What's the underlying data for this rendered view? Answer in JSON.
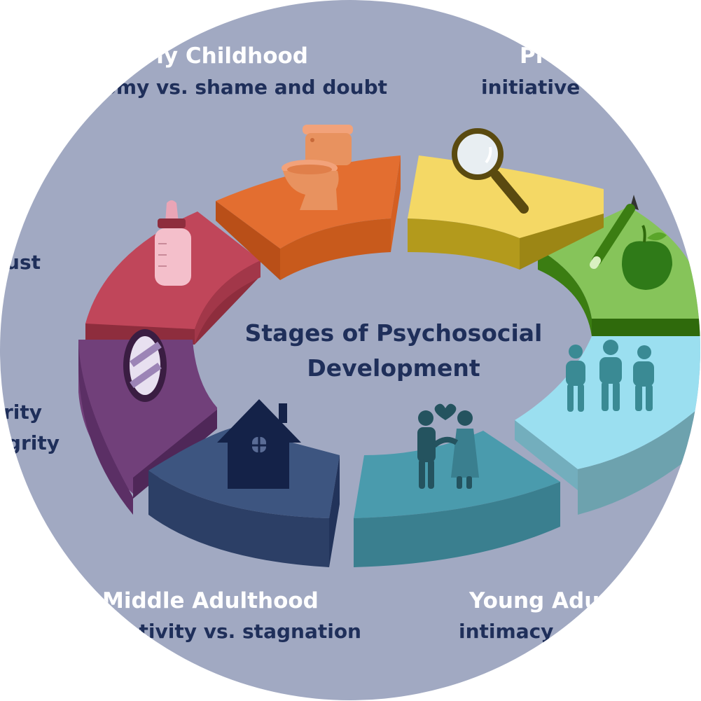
{
  "center_title": {
    "line1": "Stages of Psychosocial",
    "line2": "Development"
  },
  "labels": {
    "early_childhood": {
      "stage": "ly Childhood",
      "crisis": "omy vs. shame and doubt"
    },
    "preschool": {
      "stage": "Pr",
      "crisis": "initiative"
    },
    "infancy": {
      "crisis": "ust"
    },
    "late_adulthood": {
      "line1": "rity",
      "line2": "grity"
    },
    "middle_adulthood": {
      "stage": "Middle Adulthood",
      "crisis": "tivity vs. stagnation"
    },
    "young_adulthood": {
      "stage": "Young Adu",
      "crisis": "intimacy"
    }
  },
  "icons": {
    "early_childhood": "toilet-icon",
    "preschool": "magnifying-glass-icon",
    "school_age": "pencil-apple-icon",
    "adolescence": "group-of-people-icon",
    "young_adulthood": "couple-heart-icon",
    "middle_adulthood": "house-icon",
    "late_adulthood": "mirror-icon",
    "infancy": "baby-bottle-icon"
  },
  "colors": {
    "background": "#a1a9c2",
    "infancy": "#c0465a",
    "early_childhood": "#e36e30",
    "preschool": "#f4d865",
    "school_age": "#86c45a",
    "adolescence": "#9bdff0",
    "young_adulthood": "#4a9bad",
    "middle_adulthood": "#34476d",
    "late_adulthood": "#71407a",
    "text_navy": "#1f2f5a"
  }
}
